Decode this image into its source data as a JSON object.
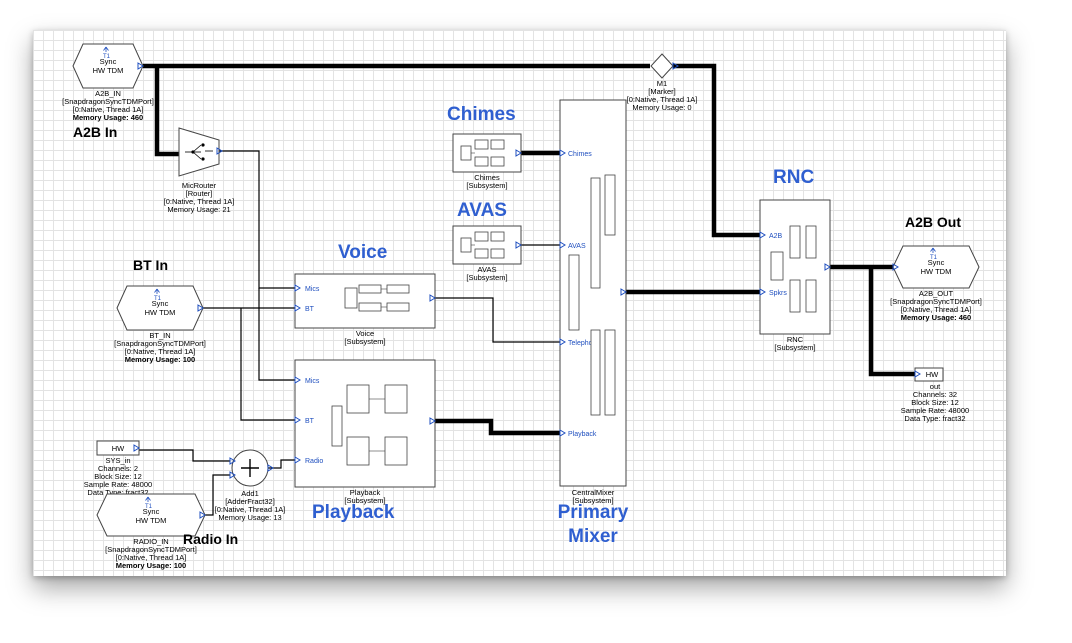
{
  "titles": {
    "a2b_in": "A2B In",
    "bt_in": "BT In",
    "radio_in": "Radio In",
    "voice": "Voice",
    "playback": "Playback",
    "chimes": "Chimes",
    "avas": "AVAS",
    "primary_mixer_1": "Primary",
    "primary_mixer_2": "Mixer",
    "rnc": "RNC",
    "a2b_out": "A2B Out"
  },
  "blocks": {
    "a2b_in": {
      "line1": "Sync",
      "line2": "HW TDM",
      "name": "A2B_IN",
      "type": "[SnapdragonSyncTDMPort]",
      "thread": "[0:Native, Thread 1A]",
      "memory": "Memory Usage: 460"
    },
    "bt_in": {
      "line1": "Sync",
      "line2": "HW TDM",
      "name": "BT_IN",
      "type": "[SnapdragonSyncTDMPort]",
      "thread": "[0:Native, Thread 1A]",
      "memory": "Memory Usage: 100"
    },
    "radio_in": {
      "line1": "Sync",
      "line2": "HW TDM",
      "name": "RADIO_IN",
      "type": "[SnapdragonSyncTDMPort]",
      "thread": "[0:Native, Thread 1A]",
      "memory": "Memory Usage: 100"
    },
    "a2b_out": {
      "line1": "Sync",
      "line2": "HW TDM",
      "name": "A2B_OUT",
      "type": "[SnapdragonSyncTDMPort]",
      "thread": "[0:Native, Thread 1A]",
      "memory": "Memory Usage: 460"
    },
    "mic_router": {
      "name": "MicRouter",
      "type": "[Router]",
      "thread": "[0:Native, Thread 1A]",
      "memory": "Memory Usage: 21"
    },
    "m1": {
      "name": "M1",
      "type": "[Marker]",
      "thread": "[0:Native, Thread 1A]",
      "memory": "Memory Usage: 0"
    },
    "sys_in": {
      "label": "HW",
      "name": "SYS_in",
      "channels": "Channels: 2",
      "block_size": "Block Size: 12",
      "sample_rate": "Sample Rate: 48000",
      "data_type": "Data Type: fract32"
    },
    "out": {
      "label": "HW",
      "name": "out",
      "channels": "Channels: 32",
      "block_size": "Block Size: 12",
      "sample_rate": "Sample Rate: 48000",
      "data_type": "Data Type: fract32"
    },
    "add1": {
      "name": "Add1",
      "type": "[AdderFract32]",
      "thread": "[0:Native, Thread 1A]",
      "memory": "Memory Usage: 13"
    },
    "voice": {
      "name": "Voice",
      "type": "[Subsystem]",
      "port_mics": "Mics",
      "port_bt": "BT"
    },
    "playback": {
      "name": "Playback",
      "type": "[Subsystem]",
      "port_mics": "Mics",
      "port_bt": "BT",
      "port_radio": "Radio"
    },
    "chimes": {
      "name": "Chimes",
      "type": "[Subsystem]"
    },
    "avas": {
      "name": "AVAS",
      "type": "[Subsystem]"
    },
    "central_mixer": {
      "name": "CentralMixer",
      "type": "[Subsystem]",
      "port_chimes": "Chimes",
      "port_avas": "AVAS",
      "port_telephony": "Telephony",
      "port_playback": "Playback"
    },
    "rnc": {
      "name": "RNC",
      "type": "[Subsystem]",
      "port_a2b": "A2B",
      "port_spkrs": "Spkrs"
    }
  },
  "icons": {
    "adder": "plus-sign-icon",
    "router": "router-switch-icon",
    "tdm": "t1-tdm-icon"
  },
  "colors": {
    "blue_title": "#2f5fd0",
    "port_text": "#1f4fbf",
    "wire": "#000000"
  }
}
